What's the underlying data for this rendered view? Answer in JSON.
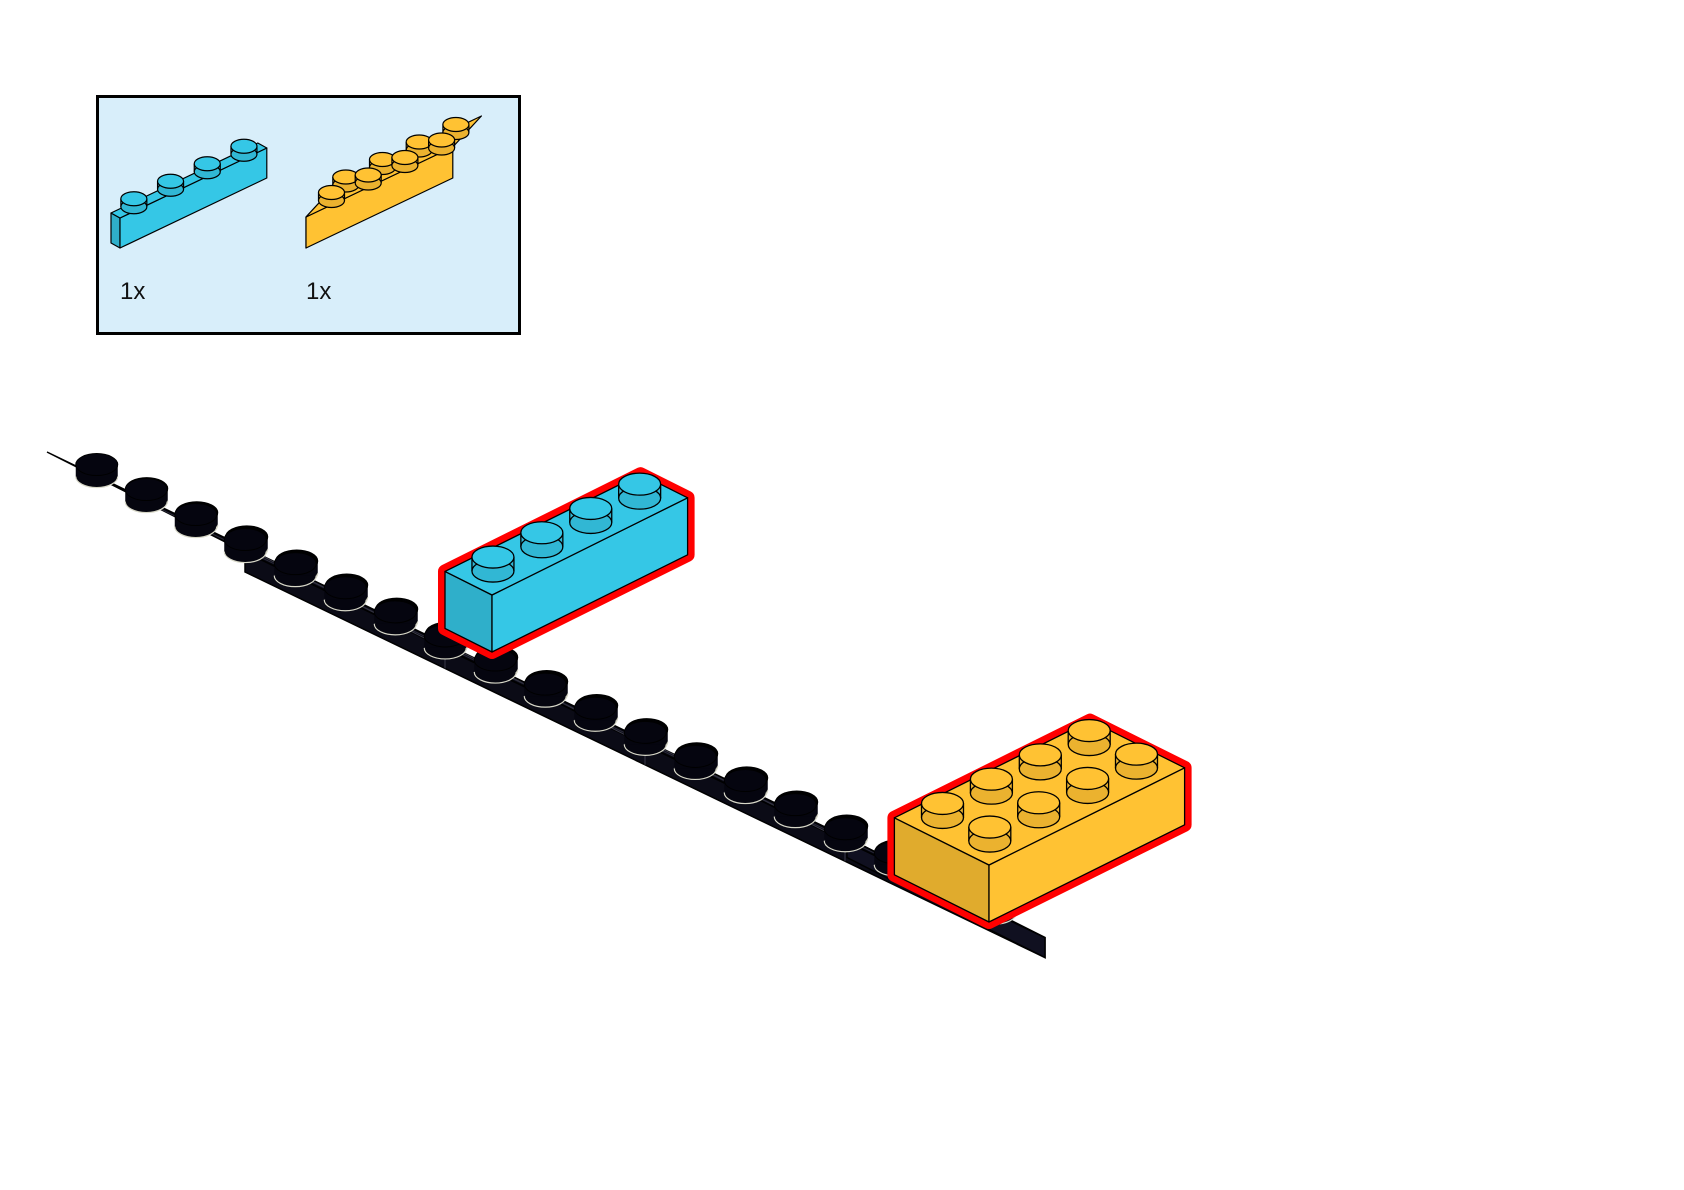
{
  "parts_list": {
    "items": [
      {
        "part": "brick-1x4",
        "color": "#35C7E6",
        "qty_label": "1x"
      },
      {
        "part": "brick-2x4",
        "color": "#FFC233",
        "qty_label": "1x"
      }
    ],
    "background": "#D8EEFA"
  },
  "build": {
    "baseplate_color": "#05050F",
    "highlight_color": "#FF0000",
    "new_parts": [
      "blue-brick-1x4",
      "yellow-brick-2x4"
    ]
  }
}
